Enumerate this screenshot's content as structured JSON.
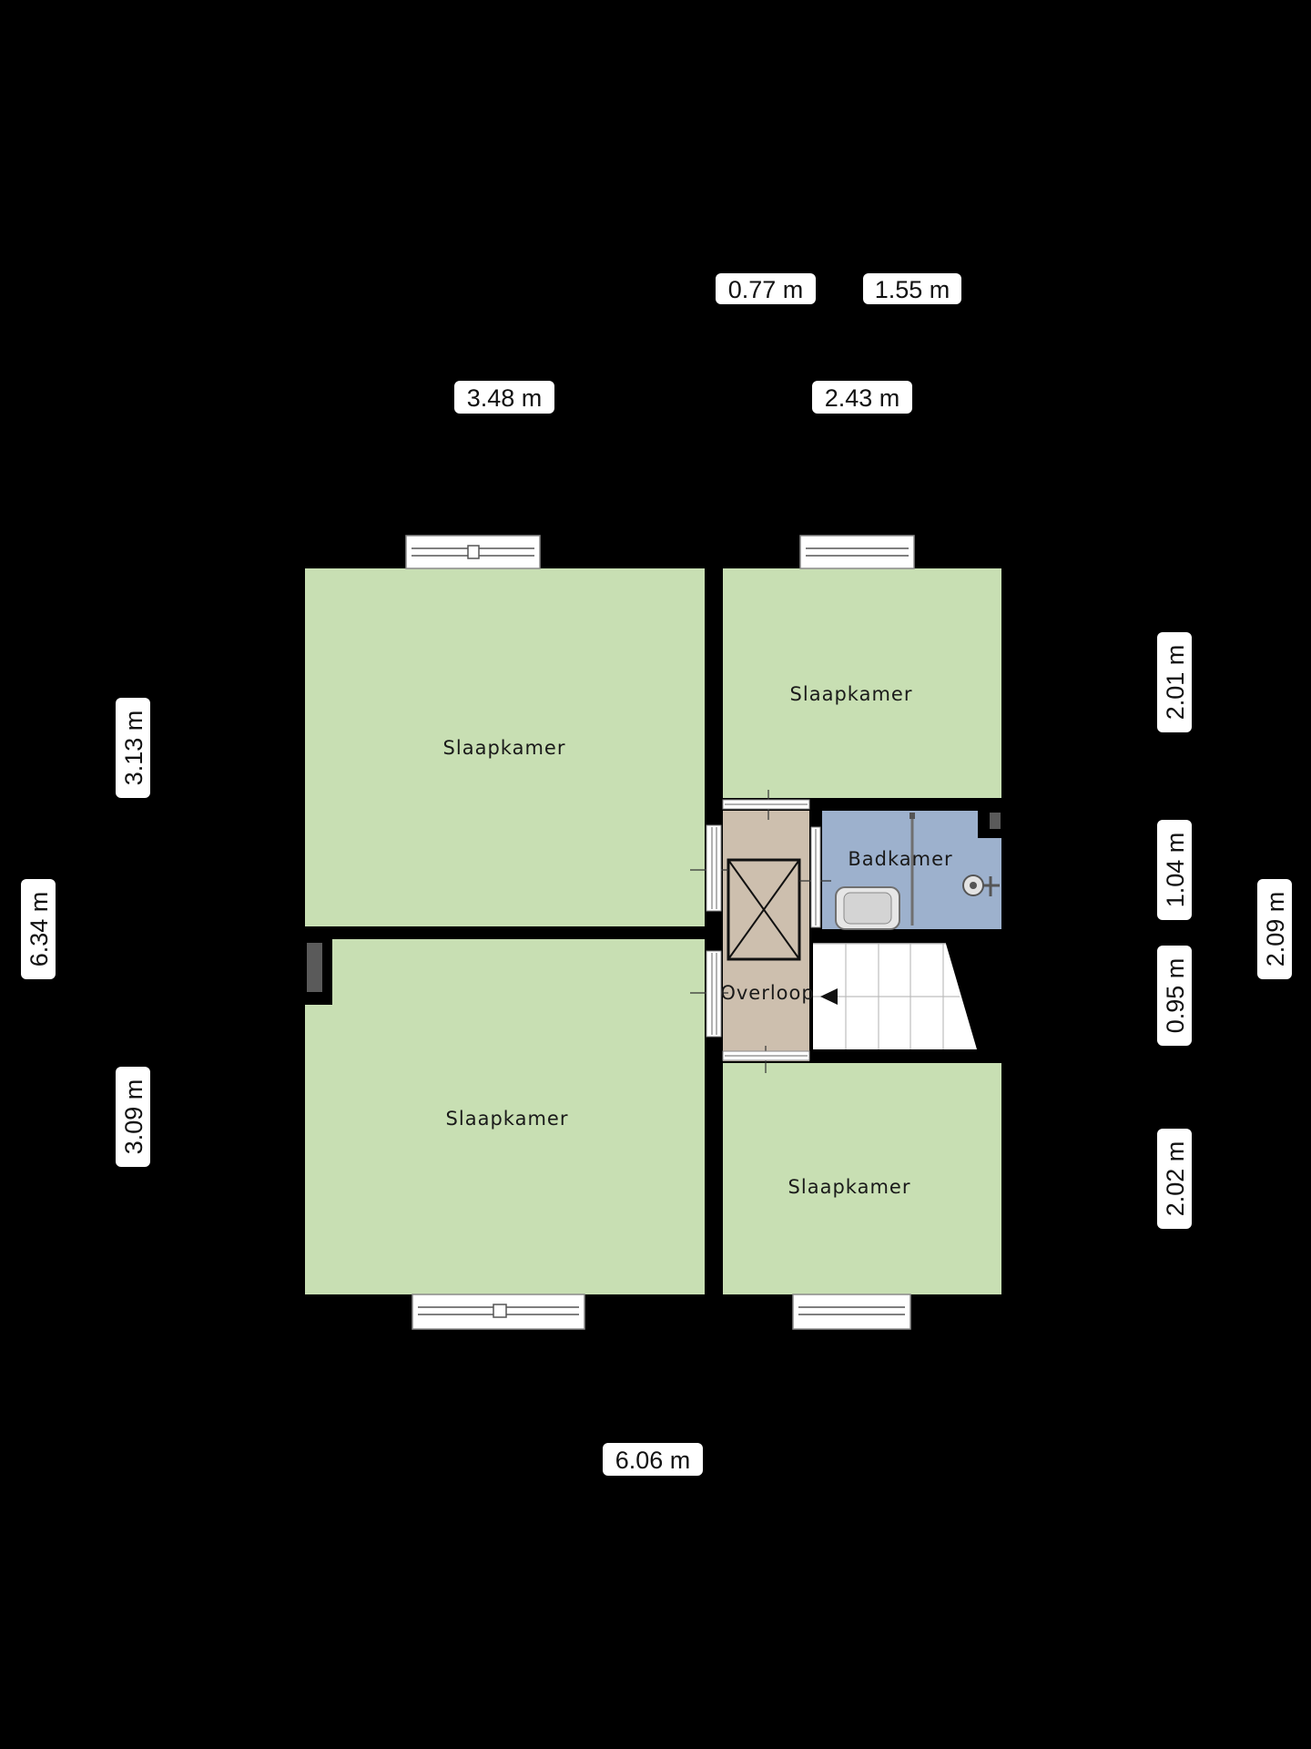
{
  "colors": {
    "background": "#000000",
    "bedroom": "#c8dfb3",
    "bathroom": "#9db1cd",
    "landing": "#cdbfae",
    "stairs": "#ffffff",
    "walls": "#000000",
    "label_pill": "#ffffff"
  },
  "rooms": {
    "bedroom_top_left": {
      "label": "Slaapkamer"
    },
    "bedroom_top_right": {
      "label": "Slaapkamer"
    },
    "bathroom": {
      "label": "Badkamer"
    },
    "landing": {
      "label": "Overloop"
    },
    "bedroom_bottom_left": {
      "label": "Slaapkamer"
    },
    "bedroom_bottom_right": {
      "label": "Slaapkamer"
    }
  },
  "dimensions": {
    "top_077": "0.77 m",
    "top_155": "1.55 m",
    "top_348": "3.48 m",
    "top_243": "2.43 m",
    "left_313": "3.13 m",
    "left_634": "6.34 m",
    "left_309": "3.09 m",
    "right_201": "2.01 m",
    "right_104": "1.04 m",
    "right_095": "0.95 m",
    "right_202": "2.02 m",
    "right_209": "2.09 m",
    "bottom_606": "6.06 m"
  },
  "icons": [
    "window-icon",
    "bathtub-icon",
    "shower-icon",
    "stairs-icon",
    "stair-direction-arrow-icon",
    "chimney-icon",
    "vent-icon"
  ]
}
